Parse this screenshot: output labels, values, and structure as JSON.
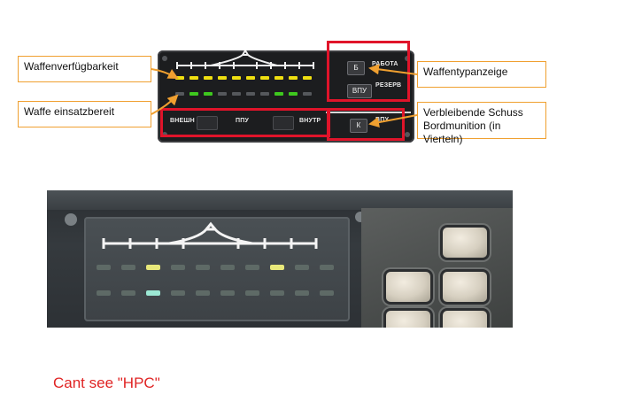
{
  "callouts": {
    "availability": "Waffenverfügbarkeit",
    "ready": "Waffe einsatzbereit",
    "weapon_type": "Waffentypanzeige",
    "ammo": "Verbleibende Schuss Bordmunition (in Vierteln)"
  },
  "panel": {
    "btn_b": "Б",
    "label_work": "РАБОТА",
    "btn_vpu": "ВПУ",
    "label_reserve": "РЕЗЕРВ",
    "label_ext": "ВНЕШН",
    "label_ppu": "ППУ",
    "label_int": "ВНУТР",
    "btn_k": "К",
    "label_vpu_small": "ВПУ"
  },
  "caption": "Cant see \"HPC\"",
  "colors": {
    "callout_border": "#f0a030",
    "highlight_red": "#e0142a",
    "lamp_yellow": "#f0e010",
    "lamp_green": "#3ec81e",
    "lamp_off": "#55585c",
    "caption": "#e02424"
  }
}
